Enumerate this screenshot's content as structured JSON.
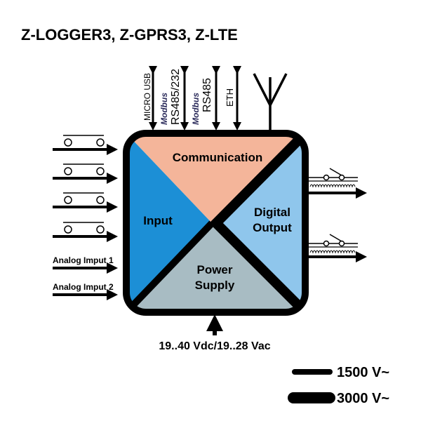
{
  "title": "Z-LOGGER3, Z-GPRS3, Z-LTE",
  "ports": {
    "micro_usb": "MICRO USB",
    "modbus_logo_1": "Modbus",
    "rs485_232": "RS485/232",
    "modbus_logo_2": "Modbus",
    "rs485": "RS485",
    "eth": "ETH"
  },
  "sections": {
    "communication": "Communication",
    "input": "Input",
    "digital_output_line1": "Digital",
    "digital_output_line2": "Output",
    "power_line1": "Power",
    "power_line2": "Supply"
  },
  "inputs": {
    "analog1": "Analog Imput 1",
    "analog2": "Analog Imput 2"
  },
  "power_rating": "19..40 Vdc/19..28 Vac",
  "legend": {
    "isolation_1500": "1500 V~",
    "isolation_3000": "3000 V~"
  },
  "colors": {
    "communication": "#f4b59a",
    "input": "#1c8fd6",
    "digital_output": "#8fc6ec",
    "power": "#a8bcc3",
    "modbus": "#2a2a5a"
  }
}
